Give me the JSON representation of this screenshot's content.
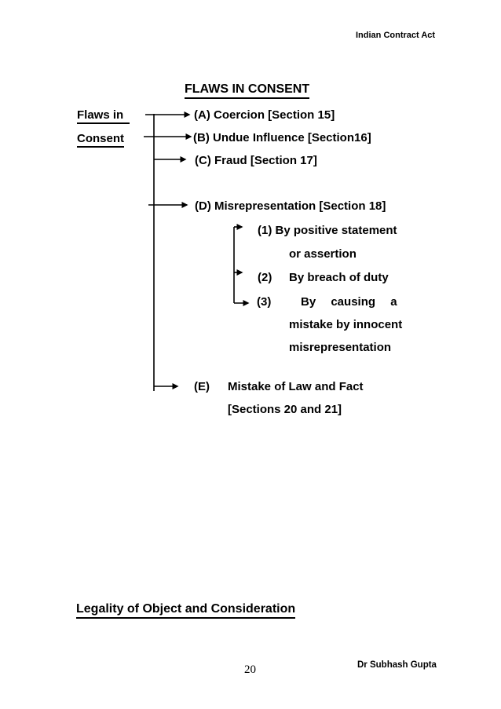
{
  "colors": {
    "background": "#ffffff",
    "text": "#000000"
  },
  "header": {
    "right_text": "Indian Contract Act"
  },
  "diagram": {
    "title": "FLAWS IN CONSENT",
    "root_line1": "Flaws in",
    "root_line2": "Consent",
    "branch_a": "(A) Coercion [Section 15]",
    "branch_b": "(B) Undue Influence [Section16]",
    "branch_c": "(C) Fraud [Section 17]",
    "branch_d": "(D) Misrepresentation [Section 18]",
    "sub_1_line1": "(1) By positive statement",
    "sub_1_line2": "or assertion",
    "sub_2_num": "(2)",
    "sub_2_text": "By breach of duty",
    "sub_3_num": "(3)",
    "sub_3_line1": "By causing a",
    "sub_3_line2": "mistake by innocent",
    "sub_3_line3": "misrepresentation",
    "branch_e_num": "(E)",
    "branch_e_line1": "Mistake of Law and Fact",
    "branch_e_line2": "[Sections 20 and 21]"
  },
  "section_heading": "Legality of Object and Consideration",
  "footer": {
    "page_number": "20",
    "author": "Dr Subhash Gupta"
  }
}
